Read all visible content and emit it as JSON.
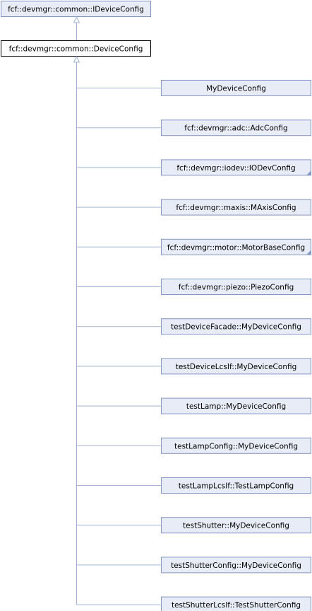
{
  "diagram": {
    "base": {
      "label": "fcf::devmgr::common::IDeviceConfig"
    },
    "parent": {
      "label": "fcf::devmgr::common::DeviceConfig"
    },
    "children": [
      {
        "label": "MyDeviceConfig",
        "truncated": false
      },
      {
        "label": "fcf::devmgr::adc::AdcConfig",
        "truncated": false
      },
      {
        "label": "fcf::devmgr::iodev::IODevConfig",
        "truncated": true
      },
      {
        "label": "fcf::devmgr::maxis::MAxisConfig",
        "truncated": false
      },
      {
        "label": "fcf::devmgr::motor::MotorBaseConfig",
        "truncated": true
      },
      {
        "label": "fcf::devmgr::piezo::PiezoConfig",
        "truncated": false
      },
      {
        "label": "testDeviceFacade::MyDeviceConfig",
        "truncated": false
      },
      {
        "label": "testDeviceLcsIf::MyDeviceConfig",
        "truncated": false
      },
      {
        "label": "testLamp::MyDeviceConfig",
        "truncated": false
      },
      {
        "label": "testLampConfig::MyDeviceConfig",
        "truncated": false
      },
      {
        "label": "testLampLcsIf::TestLampConfig",
        "truncated": false
      },
      {
        "label": "testShutter::MyDeviceConfig",
        "truncated": false
      },
      {
        "label": "testShutterConfig::MyDeviceConfig",
        "truncated": false
      },
      {
        "label": "testShutterLcsIf::TestShutterConfig",
        "truncated": false
      }
    ],
    "colors": {
      "node_fill": "#e8ecf6",
      "node_border": "#8497c4",
      "highlight_fill": "#ffffff",
      "highlight_border": "#000000",
      "edge": "#a3b4d9",
      "text": "#000000"
    }
  }
}
